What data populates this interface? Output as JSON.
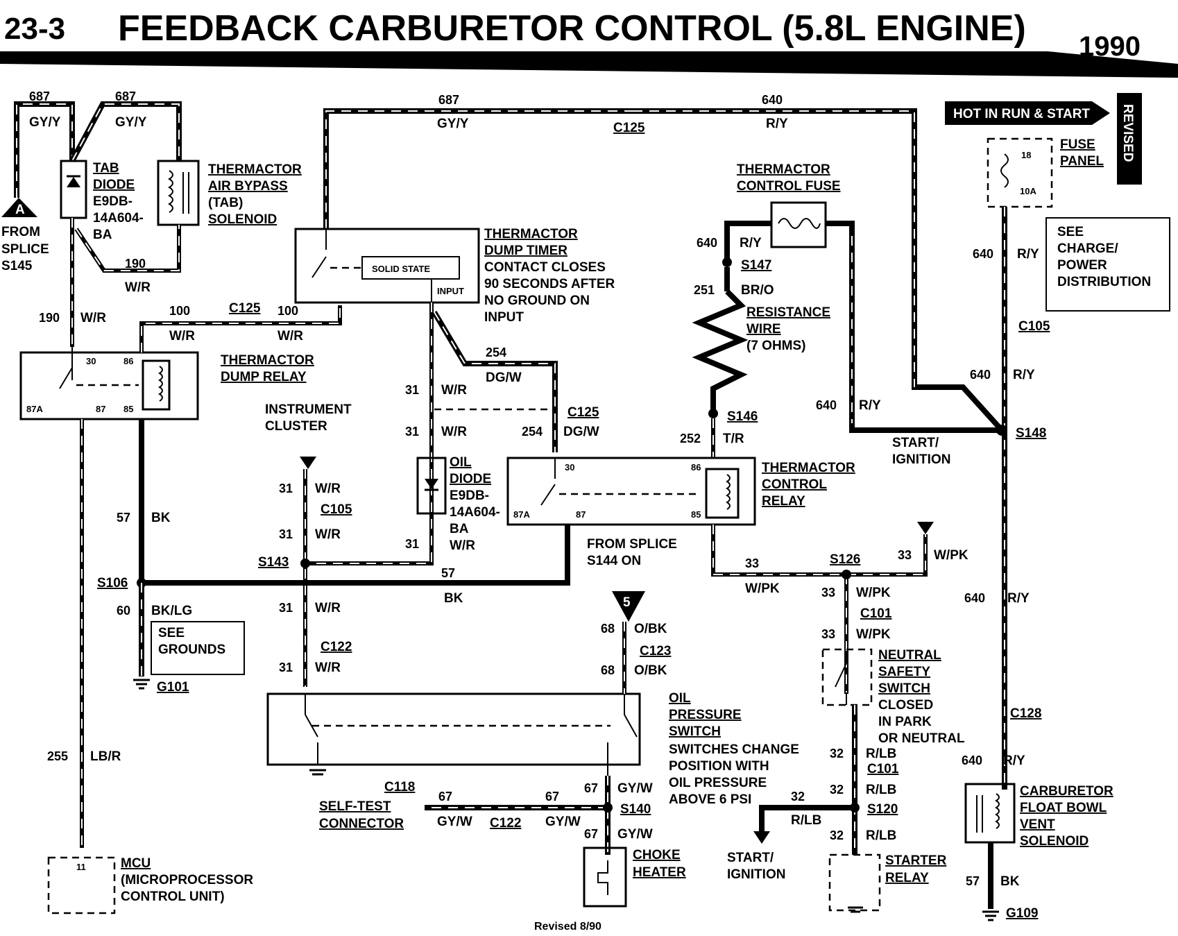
{
  "header": {
    "page_number": "23-3",
    "title": "FEEDBACK CARBURETOR CONTROL (5.8L ENGINE)",
    "year": "1990"
  },
  "footer": {
    "revised_note": "Revised 8/90"
  },
  "banner": {
    "hot_text": "HOT IN RUN & START",
    "revised_tag": "REVISED"
  },
  "fuse_panel": {
    "label_1": "FUSE",
    "label_2": "PANEL",
    "fuse_no": "18",
    "rating": "10A"
  },
  "see_charge": {
    "lines": [
      "SEE",
      "CHARGE/",
      "POWER",
      "DISTRIBUTION"
    ]
  },
  "see_grounds": {
    "lines": [
      "SEE",
      "GROUNDS"
    ]
  },
  "splice_a": {
    "letter": "A",
    "lines": [
      "FROM",
      "SPLICE",
      "S145"
    ]
  },
  "splice_5": {
    "letter": "5",
    "lines": [
      "FROM SPLICE",
      "S144 ON"
    ]
  },
  "components": {
    "tab_diode": [
      "TAB",
      "DIODE",
      "E9DB-",
      "14A604-",
      "BA"
    ],
    "thermactor_bypass": [
      "THERMACTOR",
      "AIR BYPASS",
      "(TAB)",
      "SOLENOID"
    ],
    "dump_timer": [
      "THERMACTOR",
      "DUMP TIMER",
      "CONTACT CLOSES",
      "90 SECONDS AFTER",
      "NO GROUND ON",
      "INPUT"
    ],
    "solid_state": "SOLID STATE",
    "input": "INPUT",
    "control_fuse": [
      "THERMACTOR",
      "CONTROL FUSE"
    ],
    "resistance_wire": [
      "RESISTANCE",
      "WIRE",
      "(7 OHMS)"
    ],
    "dump_relay": [
      "THERMACTOR",
      "DUMP RELAY"
    ],
    "instrument_cluster": [
      "INSTRUMENT",
      "CLUSTER"
    ],
    "oil_diode": [
      "OIL",
      "DIODE",
      "E9DB-",
      "14A604-",
      "BA"
    ],
    "control_relay": [
      "THERMACTOR",
      "CONTROL",
      "RELAY"
    ],
    "start_ignition": [
      "START/",
      "IGNITION"
    ],
    "neutral_safety": [
      "NEUTRAL",
      "SAFETY",
      "SWITCH",
      "CLOSED",
      "IN PARK",
      "OR NEUTRAL"
    ],
    "oil_pressure": [
      "OIL",
      "PRESSURE",
      "SWITCH",
      "SWITCHES CHANGE",
      "POSITION WITH",
      "OIL PRESSURE",
      "ABOVE 6 PSI"
    ],
    "self_test": [
      "SELF-TEST",
      "CONNECTOR"
    ],
    "choke_heater": [
      "CHOKE",
      "HEATER"
    ],
    "starter_relay": [
      "STARTER",
      "RELAY"
    ],
    "carb_solenoid": [
      "CARBURETOR",
      "FLOAT BOWL",
      "VENT",
      "SOLENOID"
    ],
    "mcu": [
      "MCU",
      "(MICROPROCESSOR",
      "CONTROL UNIT)"
    ],
    "mcu_pin": "11"
  },
  "relay_pins": {
    "p30": "30",
    "p86": "86",
    "p87a": "87A",
    "p87": "87",
    "p85": "85"
  },
  "connectors": {
    "c125": "C125",
    "c105": "C105",
    "c122": "C122",
    "c123": "C123",
    "c101": "C101",
    "c118": "C118",
    "c128": "C128"
  },
  "splices": {
    "s147": "S147",
    "s146": "S146",
    "s148": "S148",
    "s106": "S106",
    "s143": "S143",
    "s126": "S126",
    "s140": "S140",
    "s120": "S120"
  },
  "grounds": {
    "g101": "G101",
    "g109": "G109"
  },
  "circuits": {
    "c687": "687",
    "c640": "640",
    "c190": "190",
    "c100": "100",
    "c254": "254",
    "c31": "31",
    "c251": "251",
    "c252": "252",
    "c57": "57",
    "c60": "60",
    "c255": "255",
    "c33": "33",
    "c68": "68",
    "c67": "67",
    "c32": "32"
  },
  "colors": {
    "gy_y": "GY/Y",
    "r_y": "R/Y",
    "w_r": "W/R",
    "dg_w": "DG/W",
    "br_o": "BR/O",
    "t_r": "T/R",
    "bk": "BK",
    "bk_lg": "BK/LG",
    "lb_r": "LB/R",
    "w_pk": "W/PK",
    "o_bk": "O/BK",
    "gy_w": "GY/W",
    "r_lb": "R/LB"
  }
}
